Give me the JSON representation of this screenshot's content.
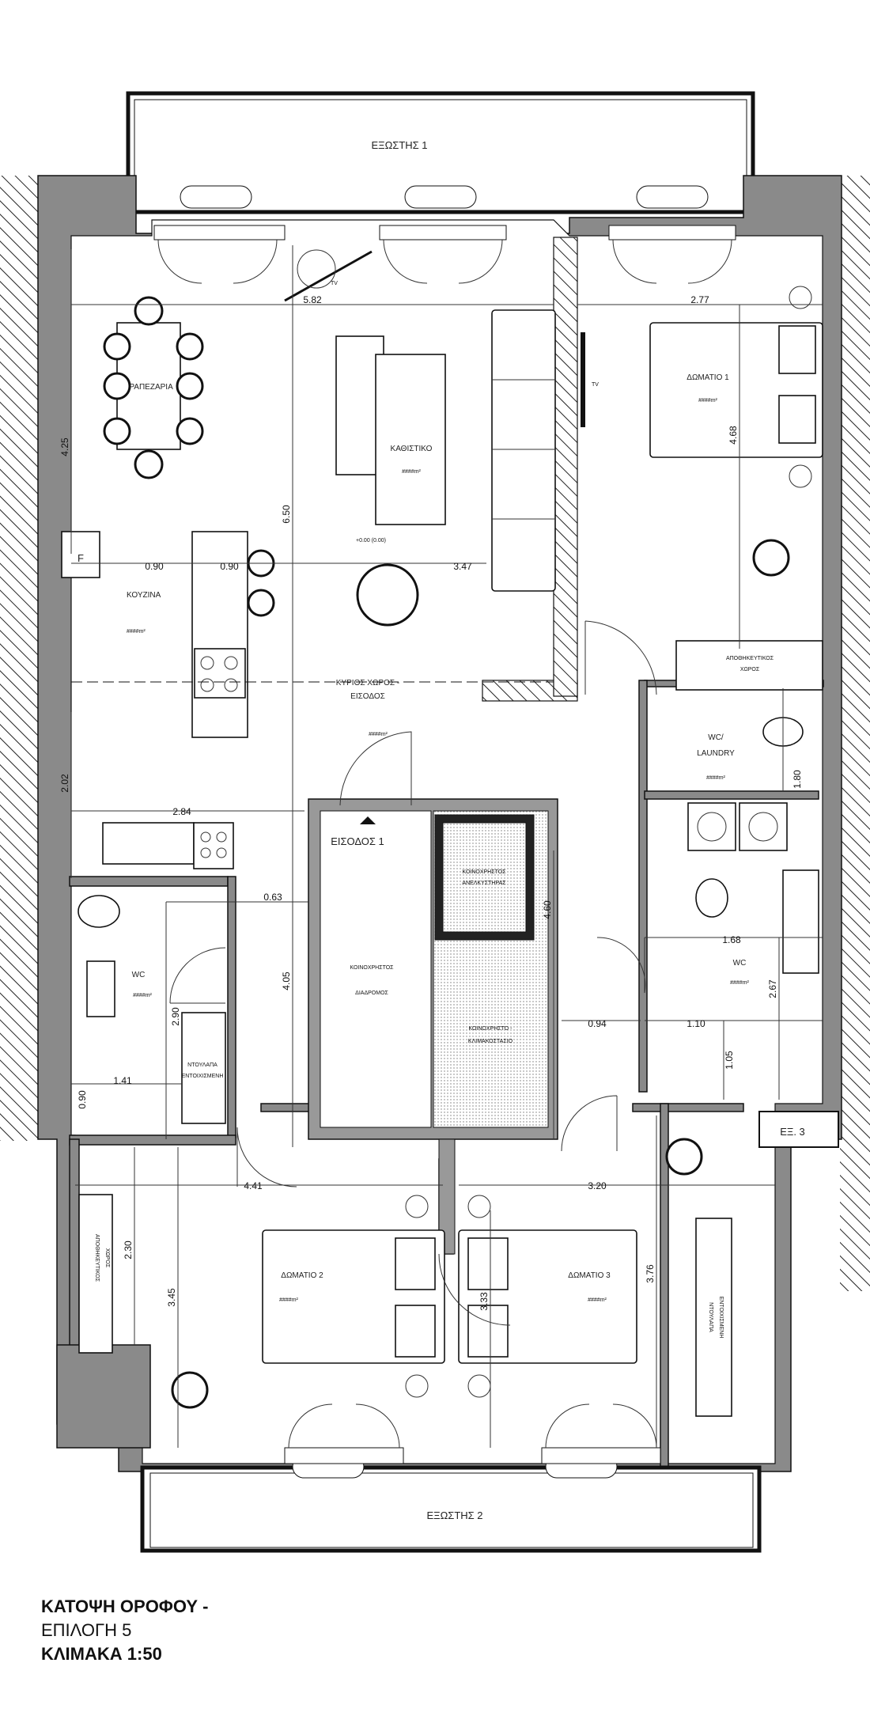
{
  "rooms": {
    "balcony_1": "ΕΞΩΣΤΗΣ 1",
    "balcony_2": "ΕΞΩΣΤΗΣ 2",
    "balcony_3": "ΕΞ. 3",
    "dining": "ΤΡΑΠΕΖΑΡΙΑ",
    "living": "ΚΑΘΙΣΤΙΚΟ",
    "living_area": "####m²",
    "kitchen": "ΚΟΥΖΙΝΑ",
    "kitchen_area": "####m²",
    "bedroom_1": "ΔΩΜΑΤΙΟ 1",
    "bedroom_1_area": "####m²",
    "main_space_l1": "ΚΥΡΙΟΣ ΧΩΡΟΣ -",
    "main_space_l2": "ΕΙΣΟΔΟΣ",
    "main_space_area": "####m²",
    "storage_l1": "ΑΠΟΘΗΚΕΥΤΙΚΟΣ",
    "storage_l2": "ΧΩΡΟΣ",
    "laundry_l1": "WC/",
    "laundry_l2": "LAUNDRY",
    "laundry_area": "####m²",
    "entrance": "ΕΙΣΟΔΟΣ 1",
    "elevator_l1": "ΚΟΙΝΟΧΡΗΣΤΟΣ",
    "elevator_l2": "ΑΝΕΛΚΥΣΤΗΡΑΣ",
    "corridor_l1": "ΚΟΙΝΟΧΡΗΣΤΟΣ",
    "corridor_l2": "ΔΙΑΔΡΟΜΟΣ",
    "stair_l1": "ΚΟΙΝΟΧΡΗΣΤΟ -",
    "stair_l2": "ΚΛΙΜΑΚΟΣΤΑΣΙΟ",
    "wc_left": "WC",
    "wc_left_area": "####m²",
    "wc_right": "WC",
    "wc_right_area": "####m²",
    "bedroom_2": "ΔΩΜΑΤΙΟ 2",
    "bedroom_2_area": "####m²",
    "bedroom_3": "ΔΩΜΑΤΙΟ 3",
    "bedroom_3_area": "####m²",
    "storage_left_l1": "ΑΠΟΘΗΚΕΥΤΙΚΟΣ",
    "storage_left_l2": "ΧΩΡΟΣ",
    "closet_l1": "ΝΤΟΥΛΑΠΑ",
    "closet_l2": "ΕΝΤΟΙΧΙΣΜΕΝΗ",
    "closet_right_l1": "ΝΤΟΥΛΑΠΑ",
    "closet_right_l2": "ΕΝΤΟΙΧΙΣΜΕΝΗ",
    "tv": "TV",
    "fridge": "F"
  },
  "dimensions": {
    "d_582": "5.82",
    "d_277": "2.77",
    "d_425": "4.25",
    "d_650": "6.50",
    "d_468": "4.68",
    "d_090a": "0.90",
    "d_090b": "0.90",
    "d_347": "3.47",
    "d_202": "2.02",
    "d_284": "2.84",
    "d_063": "0.63",
    "d_405": "4.05",
    "d_460": "4.60",
    "d_290": "2.90",
    "d_141": "1.41",
    "d_090c": "0.90",
    "d_094": "0.94",
    "d_110": "1.10",
    "d_168": "1.68",
    "d_267": "2.67",
    "d_180": "1.80",
    "d_105": "1.05",
    "d_441": "4.41",
    "d_320": "3.20",
    "d_230": "2.30",
    "d_345": "3.45",
    "d_333": "3.33",
    "d_376": "3.76",
    "level": "+0.00 (0.00)"
  },
  "caption": {
    "line1": "ΚΑΤΟΨΗ ΟΡΟΦΟΥ -",
    "line2": "ΕΠΙΛΟΓΗ 5",
    "line3": "ΚΛΙΜΑΚΑ 1:50"
  }
}
